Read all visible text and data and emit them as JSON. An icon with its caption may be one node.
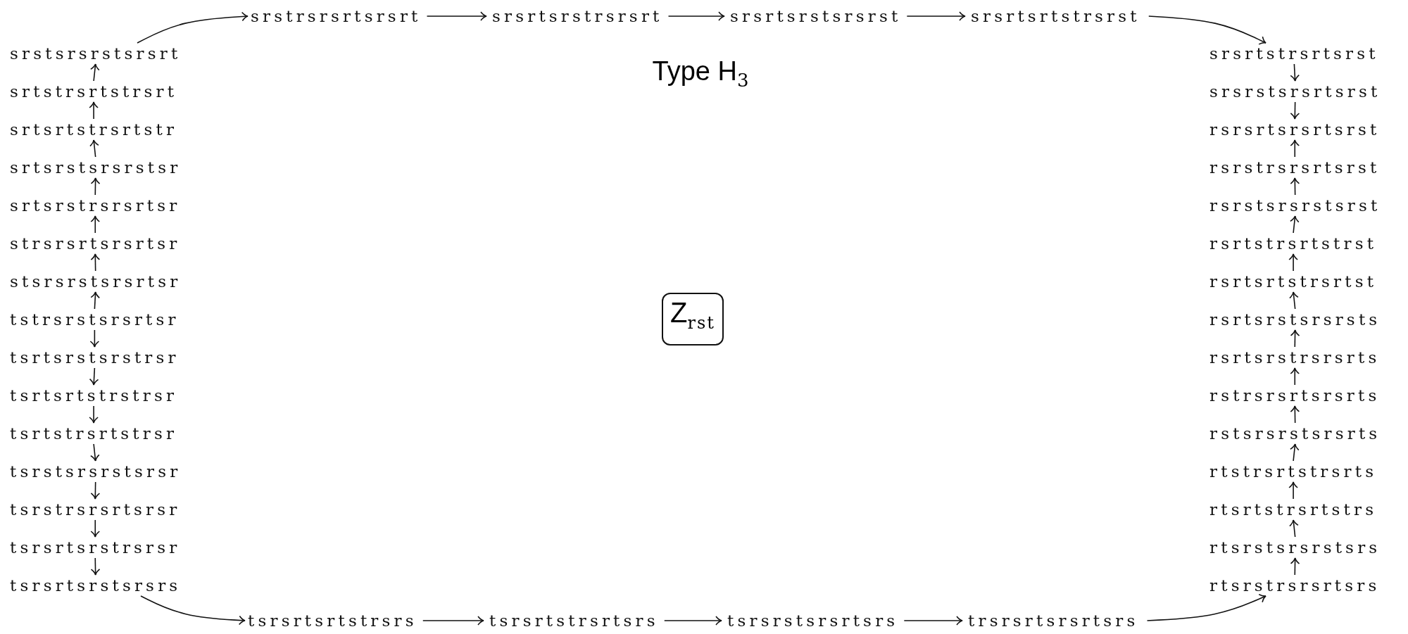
{
  "diagram": {
    "title": "Type H$_{3}$",
    "nodes": [
      {
        "text": [
          "srstsrsrstsrsrt"
        ]
      },
      {
        "text": [
          "srtstrsrtstrsrt"
        ]
      },
      {
        "text": [
          "srtsrtstrsrtstr"
        ]
      },
      {
        "text": [
          "srtsrstsrsrstsr"
        ]
      },
      {
        "text": [
          "srtsrstrsrsrtsr"
        ]
      },
      {
        "text": [
          "strsrsrtsrsrtsr"
        ]
      },
      {
        "text": [
          "stsrsrstsrsrtsr"
        ]
      },
      {
        "text": [
          "tstrsrstsrsrtsr"
        ]
      },
      {
        "text": [
          "tsrtsrstsrstrsr"
        ]
      },
      {
        "text": [
          "tsrtsrtstrstrsr"
        ]
      },
      {
        "text": [
          "tsrtstrsrtstrsr"
        ]
      },
      {
        "text": [
          "tsrstsrsrstsrsr"
        ]
      },
      {
        "text": [
          "tsrstrsrsrtsrsr"
        ]
      },
      {
        "text": [
          "tsrsrtsrstrsrsr"
        ]
      },
      {
        "text": [
          "tsrsrtsrstsrsrs"
        ]
      },
      {
        "text": [
          "srstrsrsrtsrsrt"
        ]
      },
      {
        "text": [
          "srsrtsrstrsrsrt"
        ]
      },
      {
        "text": [
          "srsrtsrstsrsrst"
        ]
      },
      {
        "text": [
          "srsrtsrtstrsrst"
        ]
      },
      {
        "text": [
          "srsrtstrsrtsrst"
        ]
      },
      {
        "text": [
          "srsrstsrsrtsrst"
        ]
      },
      {
        "text": [
          "rsrsrtsrsrtsrst"
        ]
      },
      {
        "text": [
          "rsrstrsrsrtsrst"
        ]
      },
      {
        "text": [
          "rsrstsrsrstsrst"
        ]
      },
      {
        "text": [
          "rsrtstrsrtstrst"
        ]
      },
      {
        "text": [
          "rsrtsrtstrsrtst"
        ]
      },
      {
        "text": [
          "rsrtsrstsrsrsts"
        ]
      },
      {
        "text": [
          "rsrtsrstrsrsrts"
        ]
      },
      {
        "text": [
          "rstrsrsrtsrsrts"
        ]
      },
      {
        "text": [
          "rstsrsrstsrsrts"
        ]
      },
      {
        "text": [
          "rtstrsrtstrsrts"
        ]
      },
      {
        "text": [
          "rtsrtstrsrtstrs"
        ]
      },
      {
        "text": [
          "rtsrstsrsrstsrs"
        ]
      },
      {
        "text": [
          "rtsrstrsrsrtsrs"
        ]
      },
      {
        "text": [
          "tsrsrtsrtstrsrs"
        ]
      },
      {
        "text": [
          "tsrsrtstrsrtsrs"
        ]
      },
      {
        "text": [
          "tsrsrstsrsrtsrs"
        ]
      },
      {
        "text": [
          "trsrsrtsrsrtsrs"
        ]
      },
      {
        "text": [
          "Z$_{rst}$"
        ]
      }
    ],
    "edges": [
      {
        "from": 1,
        "to": 0,
        "arrow": "to"
      },
      {
        "from": 2,
        "to": 1,
        "arrow": "to"
      },
      {
        "from": 3,
        "to": 2,
        "arrow": "to"
      },
      {
        "from": 4,
        "to": 3,
        "arrow": "to"
      },
      {
        "from": 5,
        "to": 4,
        "arrow": "to"
      },
      {
        "from": 6,
        "to": 5,
        "arrow": "to"
      },
      {
        "from": 7,
        "to": 6,
        "arrow": "to"
      },
      {
        "from": 7,
        "to": 8,
        "arrow": "to"
      },
      {
        "from": 8,
        "to": 9,
        "arrow": "to"
      },
      {
        "from": 9,
        "to": 10,
        "arrow": "to"
      },
      {
        "from": 10,
        "to": 11,
        "arrow": "to"
      },
      {
        "from": 11,
        "to": 12,
        "arrow": "to"
      },
      {
        "from": 12,
        "to": 13,
        "arrow": "to"
      },
      {
        "from": 13,
        "to": 14,
        "arrow": "to"
      },
      {
        "from": 0,
        "to": 15,
        "arrow": "to"
      },
      {
        "from": 15,
        "to": 16,
        "arrow": "to"
      },
      {
        "from": 16,
        "to": 17,
        "arrow": "to"
      },
      {
        "from": 17,
        "to": 18,
        "arrow": "to"
      },
      {
        "from": 18,
        "to": 19,
        "arrow": "to"
      },
      {
        "from": 19,
        "to": 20,
        "arrow": "to"
      },
      {
        "from": 20,
        "to": 21,
        "arrow": "to"
      },
      {
        "from": 22,
        "to": 21,
        "arrow": "to"
      },
      {
        "from": 23,
        "to": 22,
        "arrow": "to"
      },
      {
        "from": 24,
        "to": 23,
        "arrow": "to"
      },
      {
        "from": 25,
        "to": 24,
        "arrow": "to"
      },
      {
        "from": 26,
        "to": 25,
        "arrow": "to"
      },
      {
        "from": 27,
        "to": 26,
        "arrow": "to"
      },
      {
        "from": 28,
        "to": 27,
        "arrow": "to"
      },
      {
        "from": 29,
        "to": 28,
        "arrow": "to"
      },
      {
        "from": 30,
        "to": 29,
        "arrow": "to"
      },
      {
        "from": 31,
        "to": 30,
        "arrow": "to"
      },
      {
        "from": 32,
        "to": 31,
        "arrow": "to"
      },
      {
        "from": 33,
        "to": 32,
        "arrow": "to"
      },
      {
        "from": 14,
        "to": 34,
        "arrow": "to"
      },
      {
        "from": 34,
        "to": 35,
        "arrow": "to"
      },
      {
        "from": 35,
        "to": 36,
        "arrow": "to"
      },
      {
        "from": 36,
        "to": 37,
        "arrow": "to"
      },
      {
        "from": 37,
        "to": 33,
        "arrow": "to"
      }
    ]
  }
}
